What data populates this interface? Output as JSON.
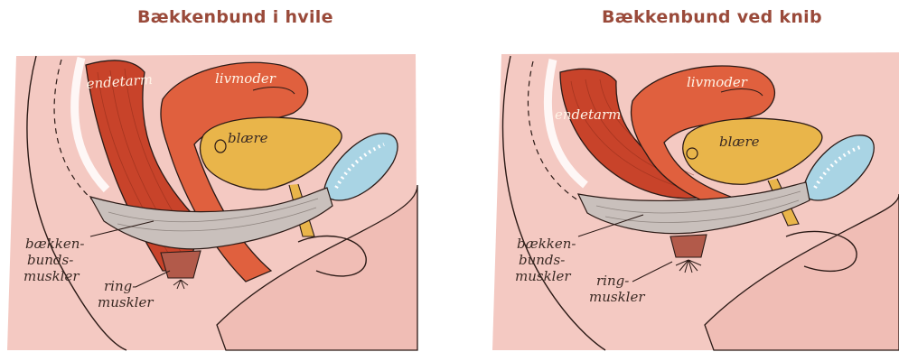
{
  "titles": {
    "rest": "Bækkenbund i hvile",
    "squeeze": "Bækkenbund ved knib"
  },
  "labels": {
    "rectum": "endetarm",
    "uterus": "livmoder",
    "bladder": "blære",
    "pelvic_floor_line1": "bækken-",
    "pelvic_floor_line2": "bunds-",
    "pelvic_floor_line3": "muskler",
    "ring_line1": "ring-",
    "ring_line2": "muskler"
  },
  "colors": {
    "skin": "#f4c9c2",
    "skin_dark": "#e9a9a0",
    "muscle": "#c8432a",
    "uterus": "#e0603e",
    "bladder": "#e9b54a",
    "pelvic_floor": "#c9c0bc",
    "bone": "#a9d4e4",
    "title": "#9a4a3a"
  }
}
